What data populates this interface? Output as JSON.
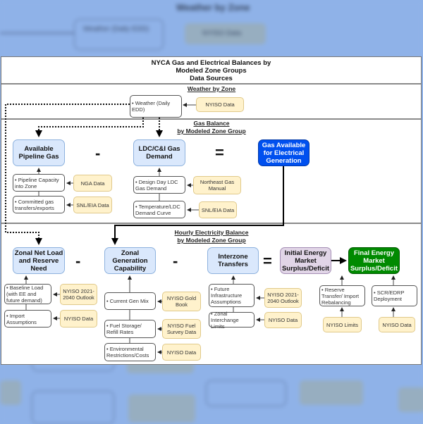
{
  "backdrop": {
    "title": "Weather by Zone",
    "weather_box": "Weather (Daily EDD)",
    "nyiso_box": "NYISO Data"
  },
  "diagram": {
    "title_lines": [
      "NYCA Gas and Electrical Balances by",
      "Modeled Zone Groups",
      "Data Sources"
    ],
    "colors": {
      "node_blue": "#dae8fc",
      "node_dark_blue": "#0050ef",
      "node_purple": "#e1d5e7",
      "node_green": "#008a00",
      "source_yellow": "#fff2cc"
    },
    "weather_section": {
      "title": "Weather by Zone",
      "input": "• Weather (Daily EDD)",
      "source": "NYISO Data"
    },
    "gas_section": {
      "title_lines": [
        "Gas Balance",
        "by Modeled Zone Group"
      ],
      "nodes": {
        "pipeline": "Available Pipeline Gas",
        "demand": "LDC/C&I Gas Demand",
        "available": "Gas Available for Electrical Generation"
      },
      "operators": {
        "minus": "-",
        "equals": "="
      },
      "pipeline_inputs": [
        {
          "input": "• Pipeline Capacity into Zone",
          "source": "NGA Data"
        },
        {
          "input": "• Committed gas transfers/exports",
          "source": "SNL/EIA Data"
        }
      ],
      "demand_inputs": [
        {
          "input": "• Design Day LDC Gas Demand",
          "source": "Northeast Gas Manual"
        },
        {
          "input": "• Temperature/LDC Demand Curve",
          "source": "SNL/EIA Data"
        }
      ]
    },
    "elec_section": {
      "title_lines": [
        "Hourly Electricity Balance",
        "by Modeled Zone Group"
      ],
      "nodes": {
        "net_load": "Zonal Net Load and Reserve Need",
        "gen_cap": "Zonal Generation Capability",
        "interzone": "Interzone Transfers",
        "initial": "Initial Energy Market Surplus/Deficit",
        "final": "Final Energy Market Surplus/Deficit"
      },
      "operators": {
        "minus1": "-",
        "minus2": "-",
        "equals": "="
      },
      "net_load_inputs": [
        {
          "input": "• Baseline Load (with EE and future demand)",
          "source": "NYISO 2021-2040 Outlook"
        },
        {
          "input": "• Import Assumptions",
          "source": "NYISO Data"
        }
      ],
      "gen_inputs": [
        {
          "input": "• Current Gen Mix",
          "source": "NYISO Gold Book"
        },
        {
          "input": "• Fuel Storage/ Refill Rates",
          "source": "NYISO Fuel Survey Data"
        },
        {
          "input": "• Environmental Restrictions/Costs",
          "source": "NYISO Data"
        }
      ],
      "interzone_inputs": [
        {
          "input": "• Future Infrastructure Assumptions",
          "source": "NYISO 2021-2040 Outlook"
        },
        {
          "input": "• Zonal Interchange Limits",
          "source": "NYISO Data"
        }
      ],
      "final_inputs": [
        {
          "input": "• Reserve Transfer/ Import Rebalancing",
          "source": "NYISO Limits"
        },
        {
          "input": "• SCR/EDRP Deployment",
          "source": "NYISO Data"
        }
      ]
    }
  }
}
